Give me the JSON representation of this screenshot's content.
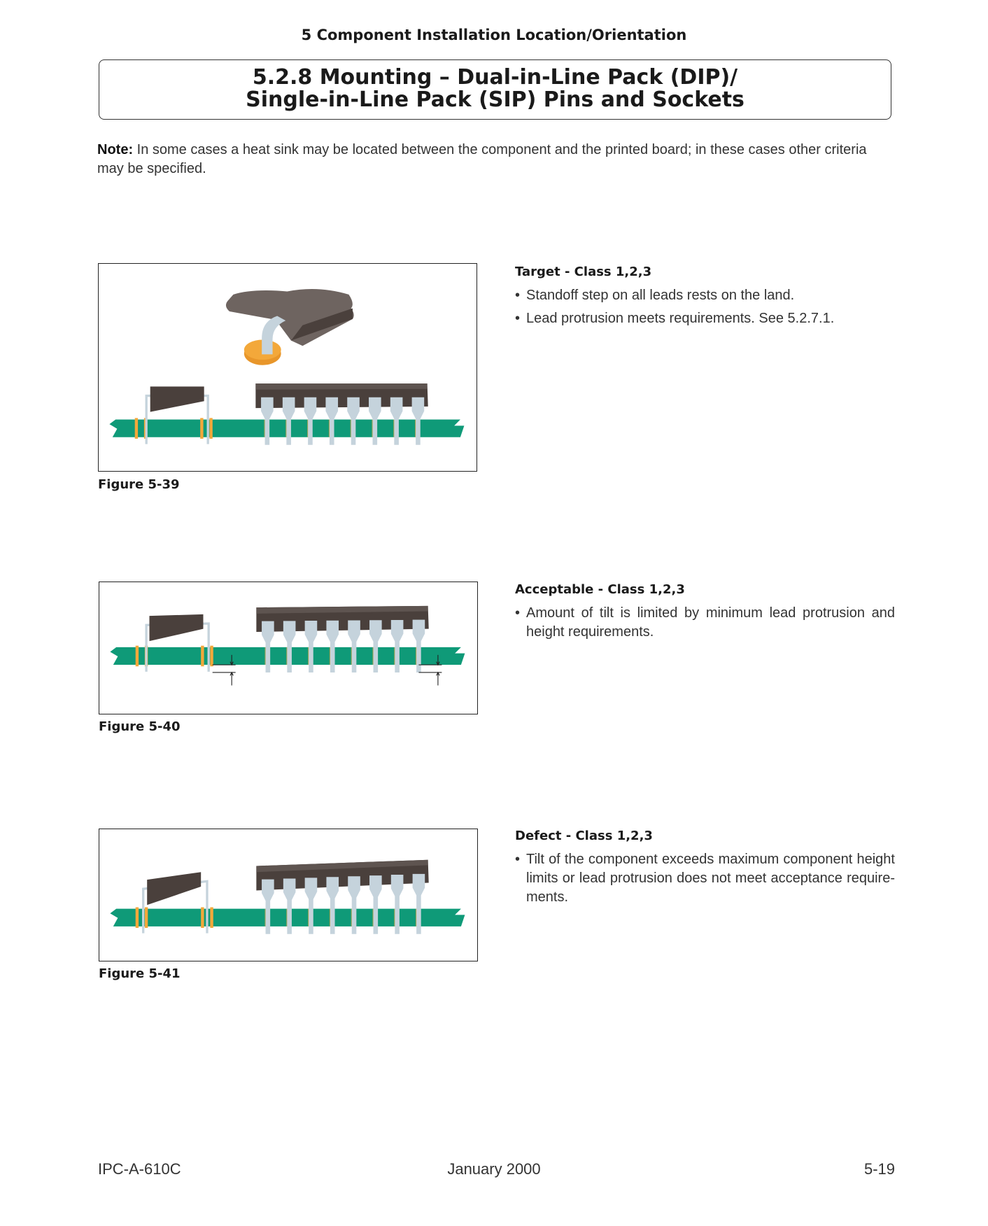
{
  "header": {
    "chapter": "5  Component Installation Location/Orientation"
  },
  "title": {
    "line1": "5.2.8  Mounting – Dual-in-Line Pack (DIP)/",
    "line2": "Single-in-Line Pack (SIP) Pins and Sockets"
  },
  "note": {
    "label": "Note:",
    "text": " In some cases a heat sink may be located between the component and the printed board; in these cases other criteria may be specified."
  },
  "sections": [
    {
      "figure": "Figure 5-39",
      "heading": "Target - Class 1,2,3",
      "bullets": [
        "Standoff step on all leads rests on the land.",
        "Lead protrusion meets requirements. See 5.2.7.1."
      ]
    },
    {
      "figure": "Figure 5-40",
      "heading": "Acceptable - Class 1,2,3",
      "bullets": [
        "Amount of tilt is limited by minimum lead protrusion and height requirements."
      ]
    },
    {
      "figure": "Figure 5-41",
      "heading": "Defect - Class 1,2,3",
      "bullets": [
        "Tilt of the component exceeds maximum component height limits or lead protrusion does not meet acceptance require-ments."
      ]
    }
  ],
  "footer": {
    "left": "IPC-A-610C",
    "center": "January 2000",
    "right": "5-19"
  },
  "colors": {
    "board": "#0f9a78",
    "body": "#4a403c",
    "lead": "#c5d3dc",
    "solder": "#f3a83a"
  }
}
